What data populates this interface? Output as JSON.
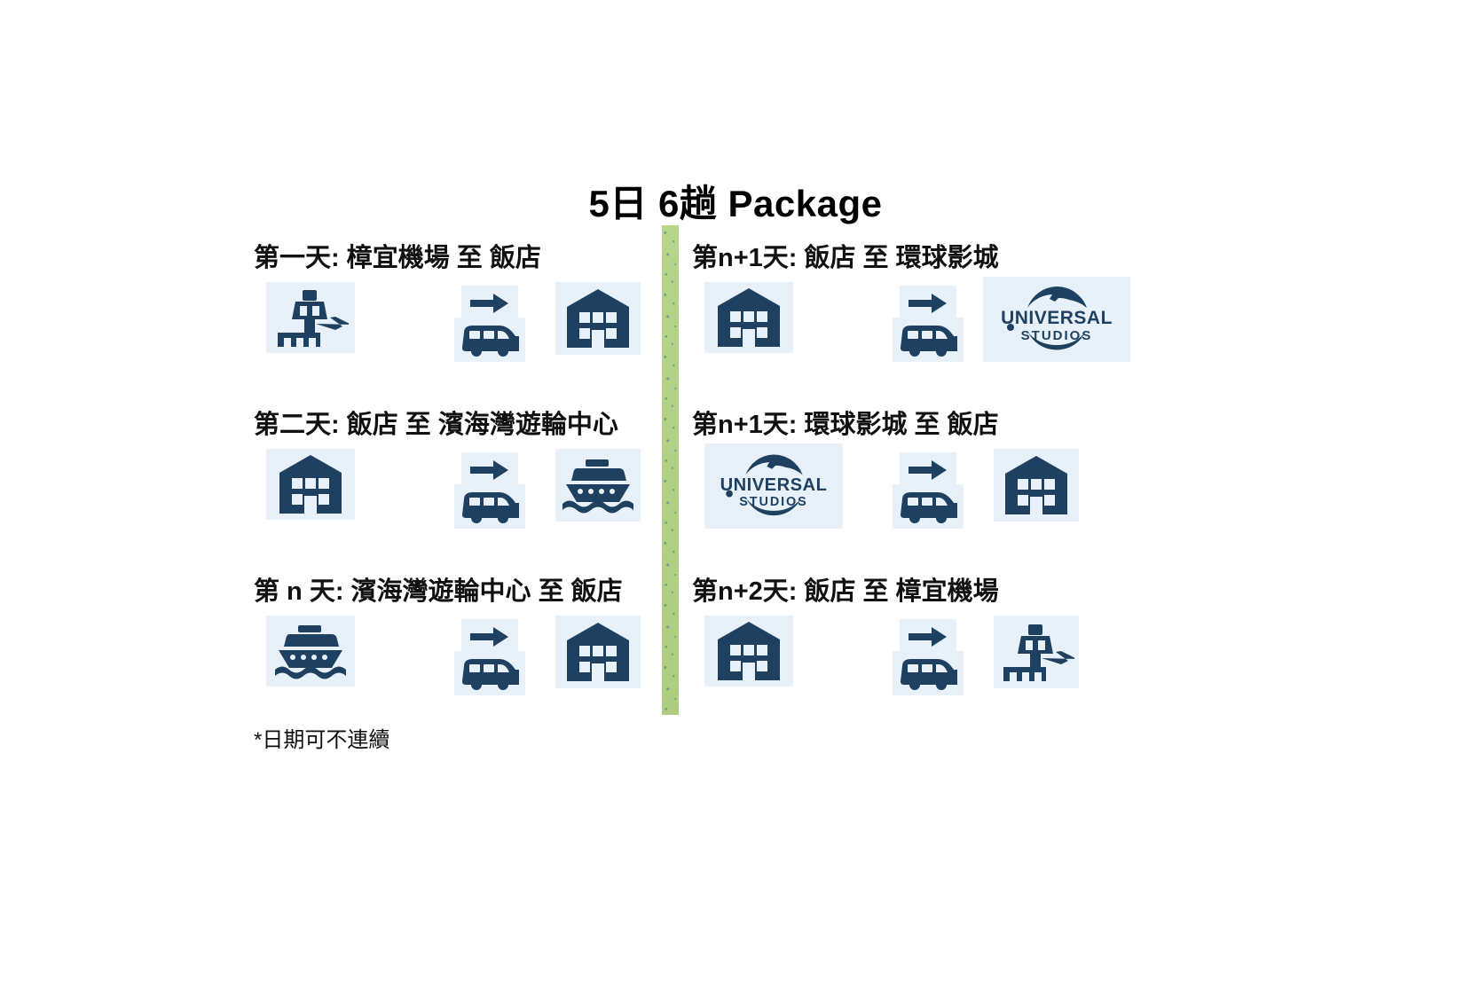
{
  "title": "5日 6趟 Package",
  "colors": {
    "icon_navy": "#1f4161",
    "tile_bg": "#e8f1f9",
    "divider_green": "#b6d48a",
    "text_black": "#111111"
  },
  "divider": {
    "name": "green-vertical-divider"
  },
  "left_column": {
    "rows": [
      {
        "heading": "第一天: 樟宜機場 至 飯店",
        "from_icon": "airport-icon",
        "via_icon": "arrow-right-icon",
        "transport_icon": "van-icon",
        "to_icon": "hotel-icon"
      },
      {
        "heading": "第二天: 飯店 至 濱海灣遊輪中心",
        "from_icon": "hotel-icon",
        "via_icon": "arrow-right-icon",
        "transport_icon": "van-icon",
        "to_icon": "cruise-ship-icon"
      },
      {
        "heading": "第 n 天: 濱海灣遊輪中心 至 飯店",
        "from_icon": "cruise-ship-icon",
        "via_icon": "arrow-right-icon",
        "transport_icon": "van-icon",
        "to_icon": "hotel-icon"
      }
    ],
    "footnote": "*日期可不連續"
  },
  "right_column": {
    "rows": [
      {
        "heading": "第n+1天: 飯店 至 環球影城",
        "from_icon": "hotel-icon",
        "via_icon": "arrow-right-icon",
        "transport_icon": "van-icon",
        "to_icon": "universal-studios-logo"
      },
      {
        "heading": "第n+1天: 環球影城 至 飯店",
        "from_icon": "universal-studios-logo",
        "via_icon": "arrow-right-icon",
        "transport_icon": "van-icon",
        "to_icon": "hotel-icon"
      },
      {
        "heading": "第n+2天: 飯店 至 樟宜機場",
        "from_icon": "hotel-icon",
        "via_icon": "arrow-right-icon",
        "transport_icon": "van-icon",
        "to_icon": "airport-icon"
      }
    ]
  },
  "logo_text": {
    "universal": "UNIVERSAL",
    "studios": "STUDIOS"
  }
}
